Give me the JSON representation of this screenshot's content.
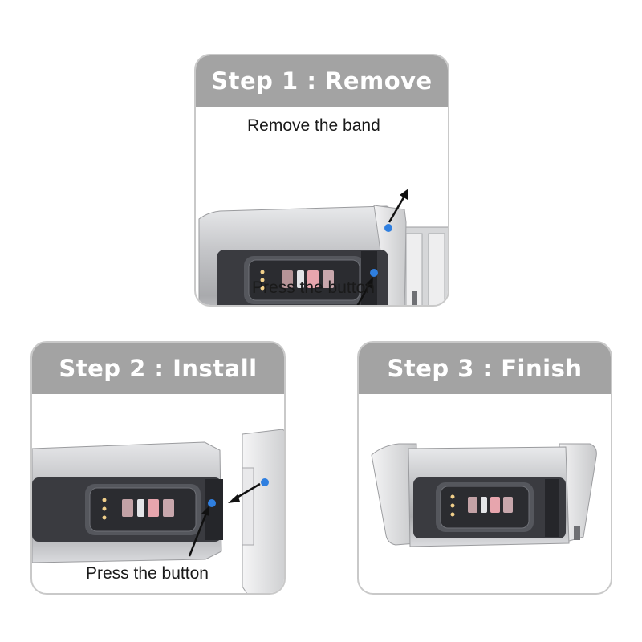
{
  "steps": [
    {
      "title": "Step 1 : Remove",
      "labels": {
        "top": "Remove the band",
        "bottom": "Press the button"
      }
    },
    {
      "title": "Step 2 : Install",
      "labels": {
        "bottom": "Press the button"
      }
    },
    {
      "title": "Step 3 : Finish"
    }
  ],
  "colors": {
    "header_bg": "#a3a3a3",
    "header_text": "#ffffff",
    "card_border": "#c9c9c9",
    "marker_dot": "#2f7fe0",
    "metal_body": "#b8b9bb",
    "sensor_dark": "#2e2f33"
  },
  "icons": [
    "arrow-icon",
    "marker-dot-icon",
    "tracker-body-image",
    "band-link-image",
    "sensor-window-image"
  ]
}
